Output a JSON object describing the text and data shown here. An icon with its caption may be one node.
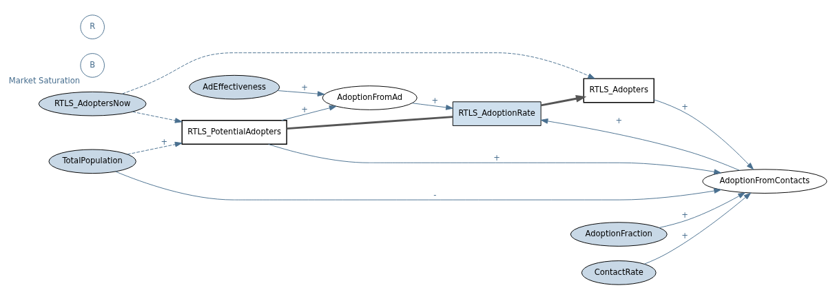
{
  "diagram": {
    "nodes": [
      {
        "text": [
          "RTLS_AdoptersNow"
        ]
      },
      {
        "text": [
          "RTLS_PotentialAdopters"
        ]
      },
      {
        "text": [
          "RTLS_AdoptionRate"
        ]
      },
      {
        "text": [
          "RTLS_Adopters"
        ]
      },
      {
        "text": [
          "B"
        ],
        "beside": [
          "Market Saturation"
        ]
      },
      {
        "text": [
          "R"
        ]
      },
      {
        "text": [
          "AdoptionFromAd"
        ]
      },
      {
        "text": [
          "AdEffectiveness"
        ]
      },
      {
        "text": [
          "AdoptionFromContacts"
        ]
      },
      {
        "text": [
          "TotalPopulation"
        ]
      },
      {
        "text": [
          "AdoptionFraction"
        ]
      },
      {
        "text": [
          "ContactRate"
        ]
      }
    ],
    "edges": [
      {
        "from": 0,
        "to": 1,
        "arrow": "to",
        "style": "dashed"
      },
      {
        "from": 0,
        "to": 3,
        "arrow": "to",
        "style": "dashed"
      },
      {
        "from": 1,
        "to": 2,
        "arrow": "none",
        "style": "thick",
        "color": "#555555"
      },
      {
        "from": 2,
        "to": 3,
        "arrow": "to",
        "style": "thick",
        "color": "#555555"
      },
      {
        "from": 1,
        "to": 6,
        "arrow": "to",
        "label": "+"
      },
      {
        "from": 6,
        "to": 2,
        "arrow": "to",
        "label": "+"
      },
      {
        "from": 7,
        "to": 6,
        "arrow": "to",
        "label": "+"
      },
      {
        "from": 8,
        "to": 2,
        "arrow": "to",
        "label": "+"
      },
      {
        "from": 3,
        "to": 8,
        "arrow": "to",
        "label": "+"
      },
      {
        "from": 1,
        "to": 8,
        "arrow": "to",
        "label": "+"
      },
      {
        "from": 9,
        "to": 1,
        "arrow": "to",
        "style": "dashed",
        "label": "+"
      },
      {
        "from": 9,
        "to": 8,
        "arrow": "to",
        "label": "-"
      },
      {
        "from": 10,
        "to": 8,
        "arrow": "to",
        "label": "+"
      },
      {
        "from": 11,
        "to": 8,
        "arrow": "to",
        "label": "+"
      }
    ]
  }
}
